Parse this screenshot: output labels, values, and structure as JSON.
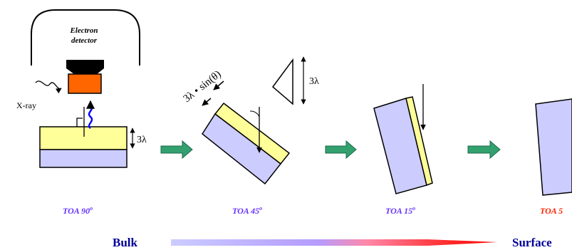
{
  "detector": {
    "label_line1": "Electron",
    "label_line2": "detector"
  },
  "xray_label": "X-ray",
  "thickness_label": "3λ",
  "projected_thickness_label": "3λ • sin(θ)",
  "triangle_height_label": "3λ",
  "angles": [
    {
      "label": "TOA 90",
      "unit": "o"
    },
    {
      "label": "TOA 45",
      "unit": "o"
    },
    {
      "label": "TOA 15",
      "unit": "o"
    },
    {
      "label": "TOA 5",
      "unit": ""
    }
  ],
  "bottom": {
    "left_label": "Bulk",
    "right_label": "Surface"
  },
  "colors": {
    "surface_layer": "#ffff99",
    "bulk_layer": "#ccccff",
    "detector_body": "#ff6600",
    "arrow": "#33a070",
    "toa_purple": "#6633ff",
    "toa_red": "#ff2200",
    "bottom_text": "#000099"
  }
}
